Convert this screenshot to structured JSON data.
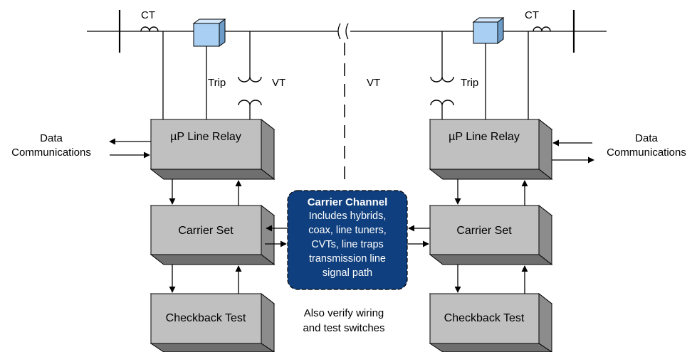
{
  "labels": {
    "ct_left": "CT",
    "ct_right": "CT",
    "trip_left": "Trip",
    "trip_right": "Trip",
    "vt_left": "VT",
    "vt_center": "VT",
    "data_left_1": "Data",
    "data_left_2": "Communications",
    "data_right_1": "Data",
    "data_right_2": "Communications",
    "verify_1": "Also verify wiring",
    "verify_2": "and test switches"
  },
  "blocks": {
    "relay_left": "µP Line Relay",
    "relay_right": "µP Line Relay",
    "carrier_left": "Carrier Set",
    "carrier_right": "Carrier Set",
    "check_left": "Checkback Test",
    "check_right": "Checkback Test"
  },
  "channel": {
    "title": "Carrier Channel",
    "lines": [
      "Includes hybrids,",
      "coax, line tuners,",
      "CVTs, line traps",
      "transmission line",
      "signal path"
    ]
  },
  "colors": {
    "block_front": "#c0c0c0",
    "block_top": "#dcdcdc",
    "block_side": "#8c8c8c",
    "breaker": "#a9cff2",
    "channel": "#0f3f7e"
  }
}
